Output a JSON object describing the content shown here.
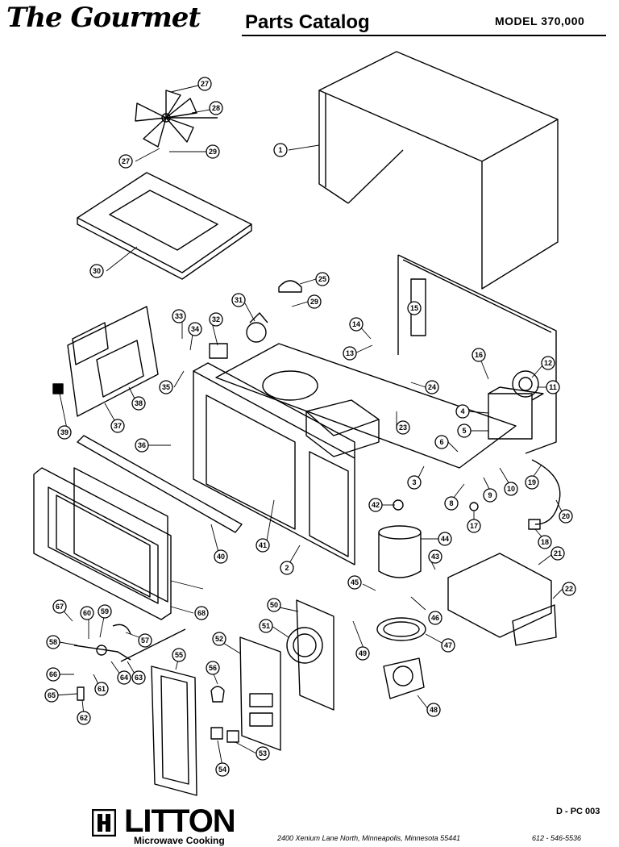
{
  "header": {
    "brand": "The Gourmet",
    "catalog_title": "Parts Catalog",
    "model": "MODEL 370,000"
  },
  "footer": {
    "doc_code": "D - PC 003",
    "logo_text": "LITTON",
    "logo_subtitle": "Microwave Cooking",
    "address": "2400  Xenium Lane North,  Minneapolis, Minnesota  55441",
    "phone": "612 - 546-5536"
  },
  "callouts": [
    "27",
    "28",
    "27",
    "29",
    "30",
    "1",
    "25",
    "29",
    "31",
    "32",
    "33",
    "34",
    "35",
    "14",
    "13",
    "15",
    "16",
    "12",
    "11",
    "24",
    "23",
    "4",
    "5",
    "6",
    "3",
    "36",
    "37",
    "38",
    "39",
    "2",
    "41",
    "40",
    "42",
    "17",
    "8",
    "9",
    "10",
    "19",
    "20",
    "18",
    "44",
    "43",
    "45",
    "46",
    "21",
    "22",
    "47",
    "49",
    "50",
    "51",
    "48",
    "52",
    "55",
    "53",
    "54",
    "56",
    "57",
    "58",
    "59",
    "60",
    "61",
    "62",
    "63",
    "64",
    "65",
    "66",
    "67",
    "68"
  ]
}
